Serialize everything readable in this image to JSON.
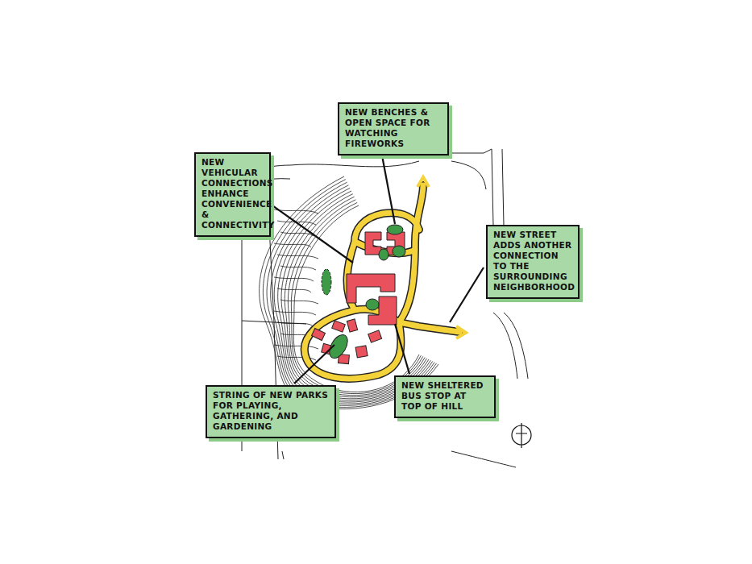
{
  "diagram": {
    "nodes": [
      {
        "text": [
          "NEW BENCHES & OPEN SPACE FOR WATCHING FIREWORKS"
        ]
      },
      {
        "text": [
          "NEW VEHICULAR CONNECTIONS ENHANCE CONVENIENCE & CONNECTIVITY"
        ]
      },
      {
        "text": [
          "NEW STREET ADDS ANOTHER CONNECTION TO THE SURROUNDING NEIGHBORHOOD"
        ]
      },
      {
        "text": [
          "STRING OF NEW PARKS FOR PLAYING, GATHERING, AND GARDENING"
        ]
      },
      {
        "text": [
          "NEW SHELTERED BUS STOP AT TOP OF HILL"
        ]
      }
    ]
  }
}
